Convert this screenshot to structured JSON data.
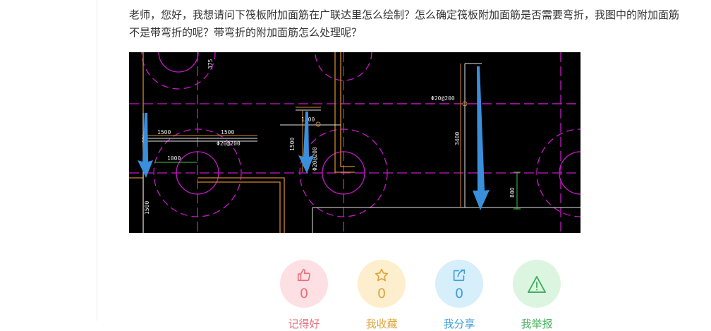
{
  "question": {
    "line1": "老师，您好，我想请问下筏板附加面筋在广联达里怎么绘制？怎么确定筏板附加面筋是否需要弯折，我图中的附加面筋",
    "line2": "不是带弯折的呢？带弯折的附加面筋怎么处理呢？"
  },
  "drawing": {
    "annotations": {
      "rebar_top_right": "Φ20@200",
      "rebar_left": "Φ20@200",
      "rebar_mid": "Φ20@200",
      "dim_1500_a": "1500",
      "dim_1500_b": "1500",
      "dim_1000": "1000",
      "dim_1500_mid": "1500",
      "dim_1500_vert": "1500",
      "dim_1500_left_vert": "1500",
      "dim_3400": "3400",
      "dim_800": "800",
      "dim_375": "375"
    },
    "colors": {
      "magenta": "#c818c8",
      "orange": "#d08a2a",
      "white": "#e6e6e6",
      "green": "#44c050",
      "arrow": "#3a8fdc"
    }
  },
  "actions": [
    {
      "icon": "thumbs-up-icon",
      "count": "0",
      "label": "记得好",
      "bg": "#fde0e4",
      "fg": "#e6707e"
    },
    {
      "icon": "star-icon",
      "count": "0",
      "label": "我收藏",
      "bg": "#fdeecd",
      "fg": "#e0a53a"
    },
    {
      "icon": "share-icon",
      "count": "0",
      "label": "我分享",
      "bg": "#d7eefb",
      "fg": "#3f9fd8"
    },
    {
      "icon": "warning-icon",
      "count": "0",
      "label": "我举报",
      "bg": "#dcf5e1",
      "fg": "#45b05e"
    }
  ]
}
